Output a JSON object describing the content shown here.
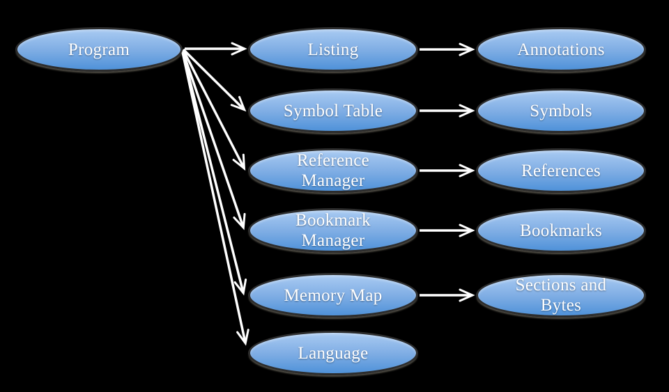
{
  "diagram": {
    "title": "",
    "colors": {
      "background": "#000000",
      "node_fill_top": "#a9cbf2",
      "node_fill_mid": "#7fade4",
      "node_fill_bottom": "#4f92d9",
      "node_border": "#2d2d2d",
      "arrow": "#ffffff",
      "label_text": "#ffffff"
    },
    "nodes": {
      "program": {
        "label": "Program"
      },
      "listing": {
        "label": "Listing"
      },
      "symbol_table": {
        "label": "Symbol Table"
      },
      "reference_manager": {
        "label": "Reference\nManager"
      },
      "bookmark_manager": {
        "label": "Bookmark\nManager"
      },
      "memory_map": {
        "label": "Memory Map"
      },
      "language": {
        "label": "Language"
      },
      "annotations": {
        "label": "Annotations"
      },
      "symbols": {
        "label": "Symbols"
      },
      "references": {
        "label": "References"
      },
      "bookmarks": {
        "label": "Bookmarks"
      },
      "sections_and_bytes": {
        "label": "Sections and\nBytes"
      }
    },
    "edges": [
      {
        "from": "Program",
        "to": "Listing"
      },
      {
        "from": "Program",
        "to": "Symbol Table"
      },
      {
        "from": "Program",
        "to": "Reference Manager"
      },
      {
        "from": "Program",
        "to": "Bookmark Manager"
      },
      {
        "from": "Program",
        "to": "Memory Map"
      },
      {
        "from": "Program",
        "to": "Language"
      },
      {
        "from": "Listing",
        "to": "Annotations"
      },
      {
        "from": "Symbol Table",
        "to": "Symbols"
      },
      {
        "from": "Reference Manager",
        "to": "References"
      },
      {
        "from": "Bookmark Manager",
        "to": "Bookmarks"
      },
      {
        "from": "Memory Map",
        "to": "Sections and Bytes"
      }
    ]
  }
}
